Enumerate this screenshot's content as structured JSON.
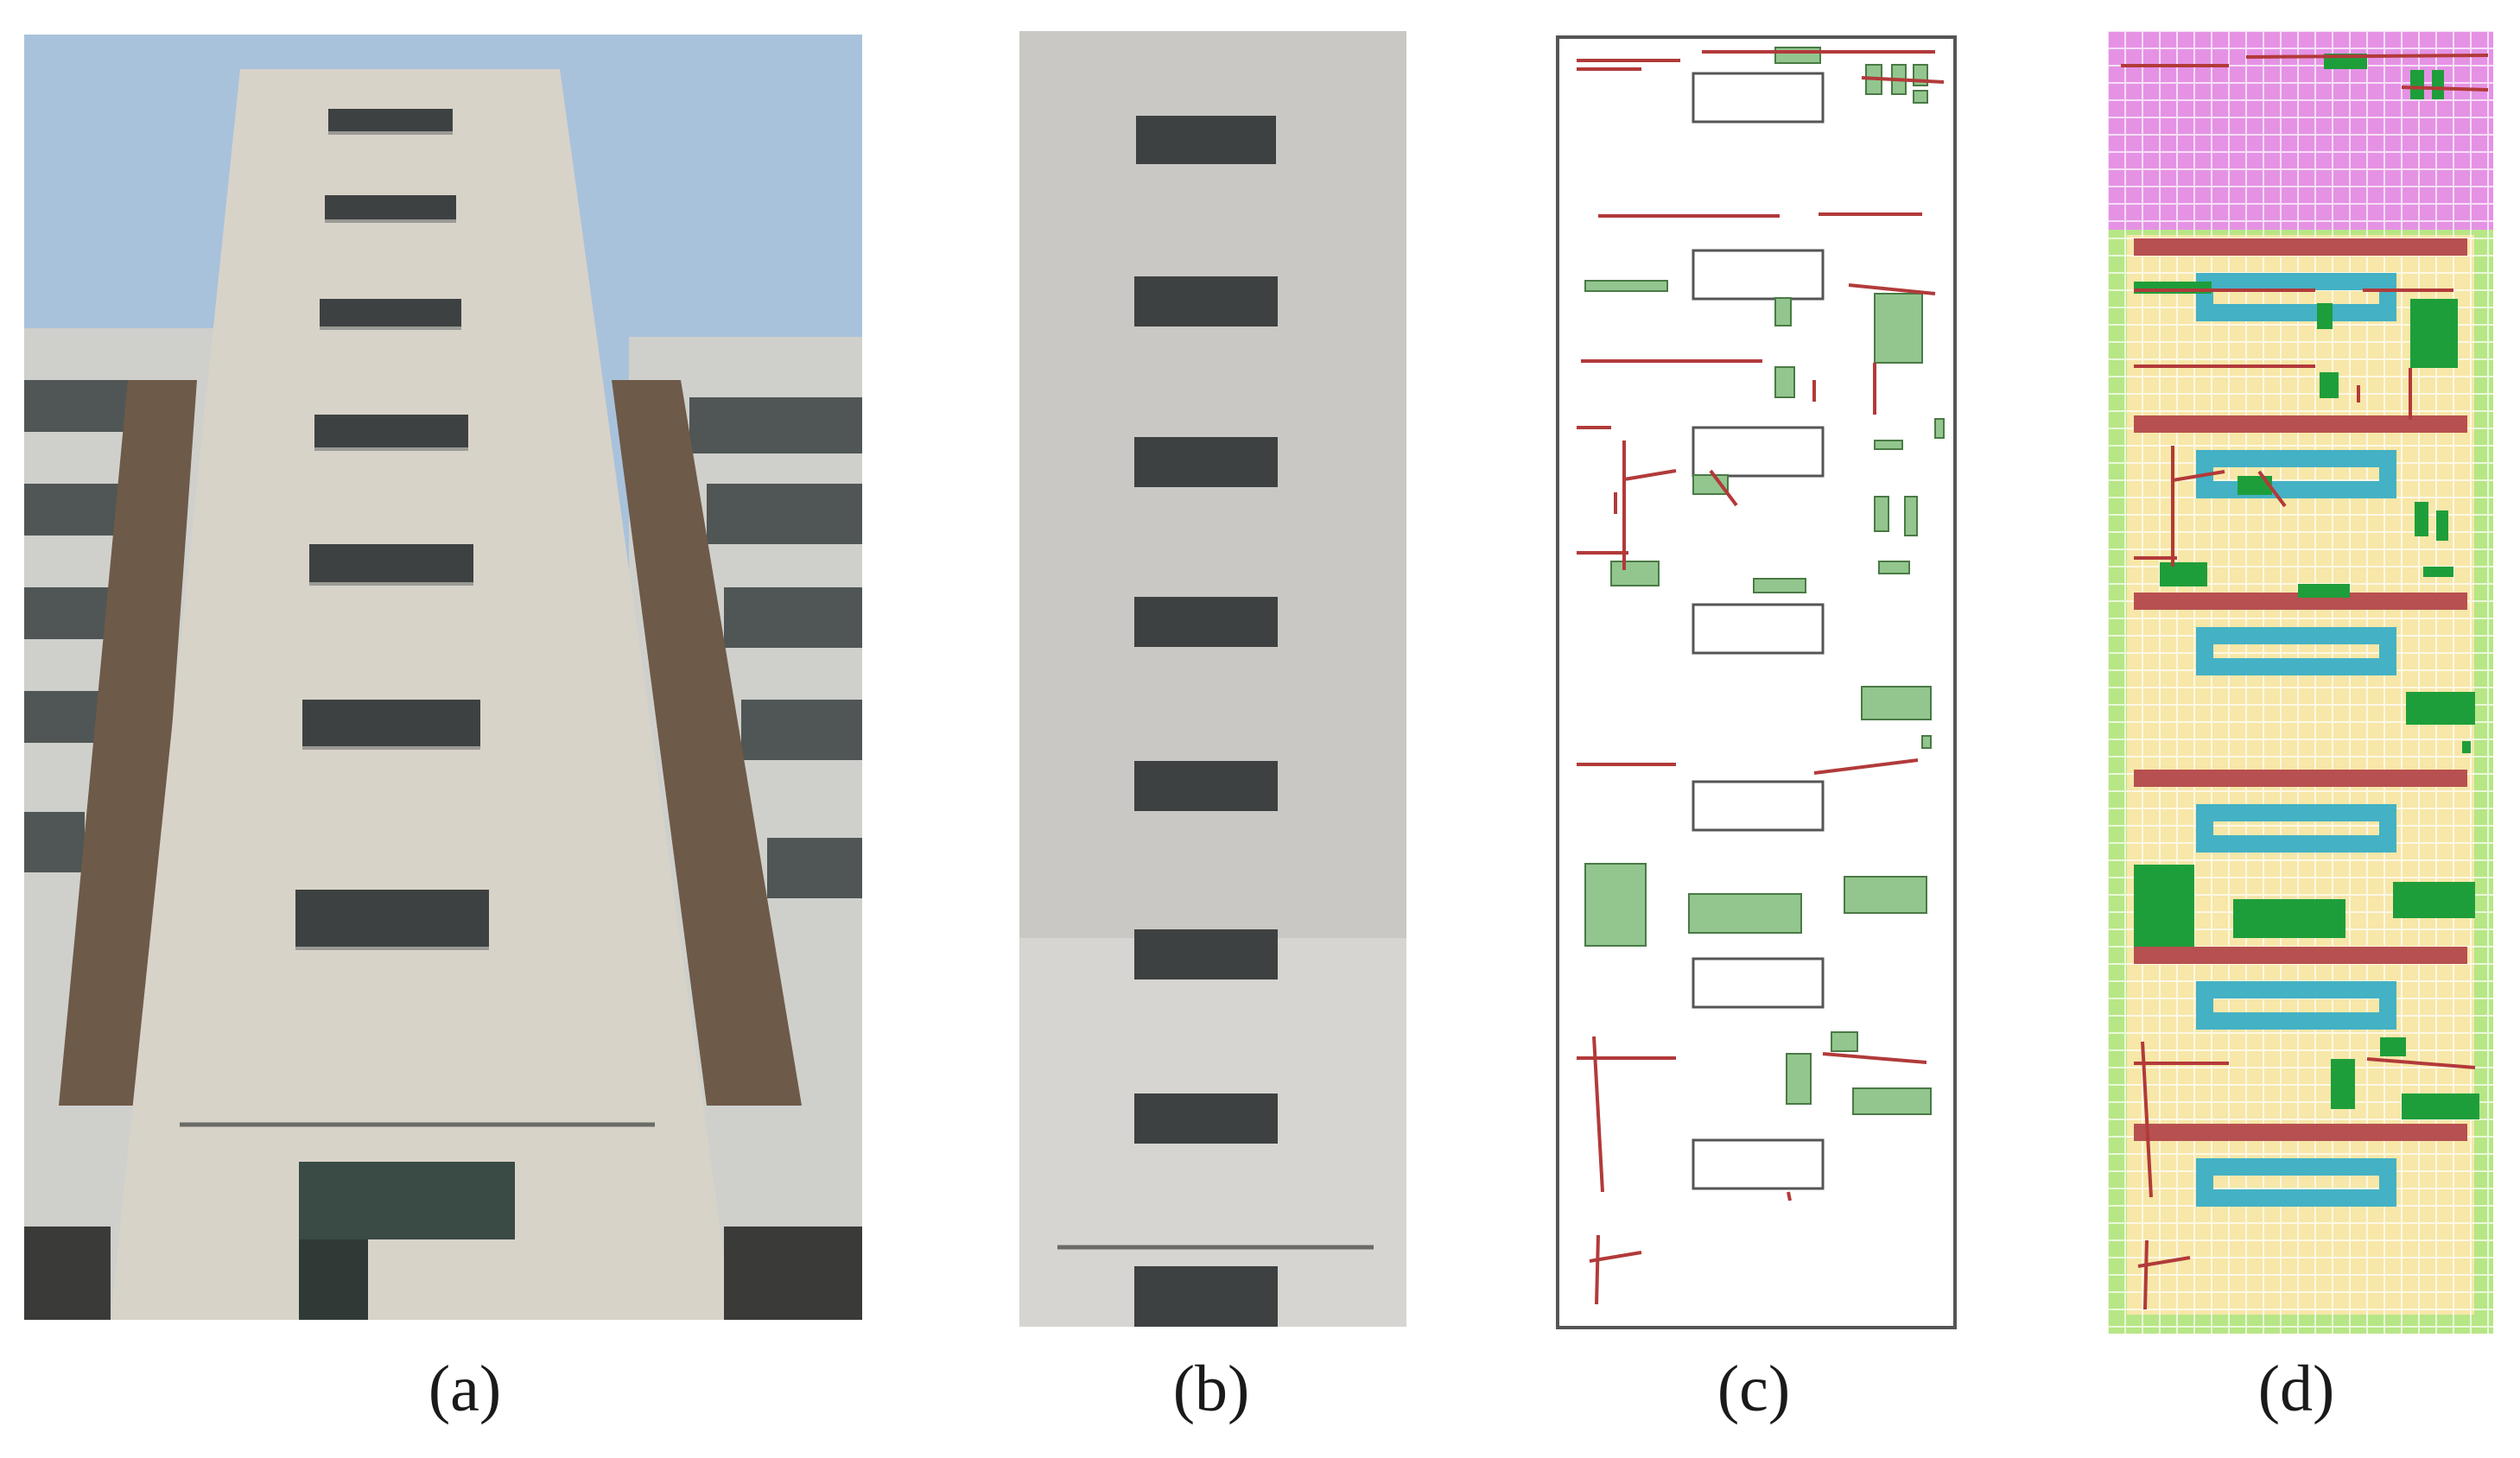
{
  "captions": {
    "a": "(a)",
    "b": "(b)",
    "c": "(c)",
    "d": "(d)"
  },
  "legend_colors": {
    "sky": "#a9c2dc",
    "facade": "#d8d3c9",
    "cornice": "#e1ddd3",
    "wall_grey": "#c9c8c4",
    "window_dark": "#3e4141",
    "brown_panel": "#6e5a48",
    "defect_green": "#93c68e",
    "crack_red": "#b23a3a",
    "pink_roof_grid": "#e592e5",
    "yellow_wall_grid": "#f7e7a8",
    "green_border_grid": "#b7e686",
    "brick_window_head": "#b75050",
    "teal_window_frame": "#44b1c4",
    "dark_green_defect": "#1e9e3a"
  }
}
